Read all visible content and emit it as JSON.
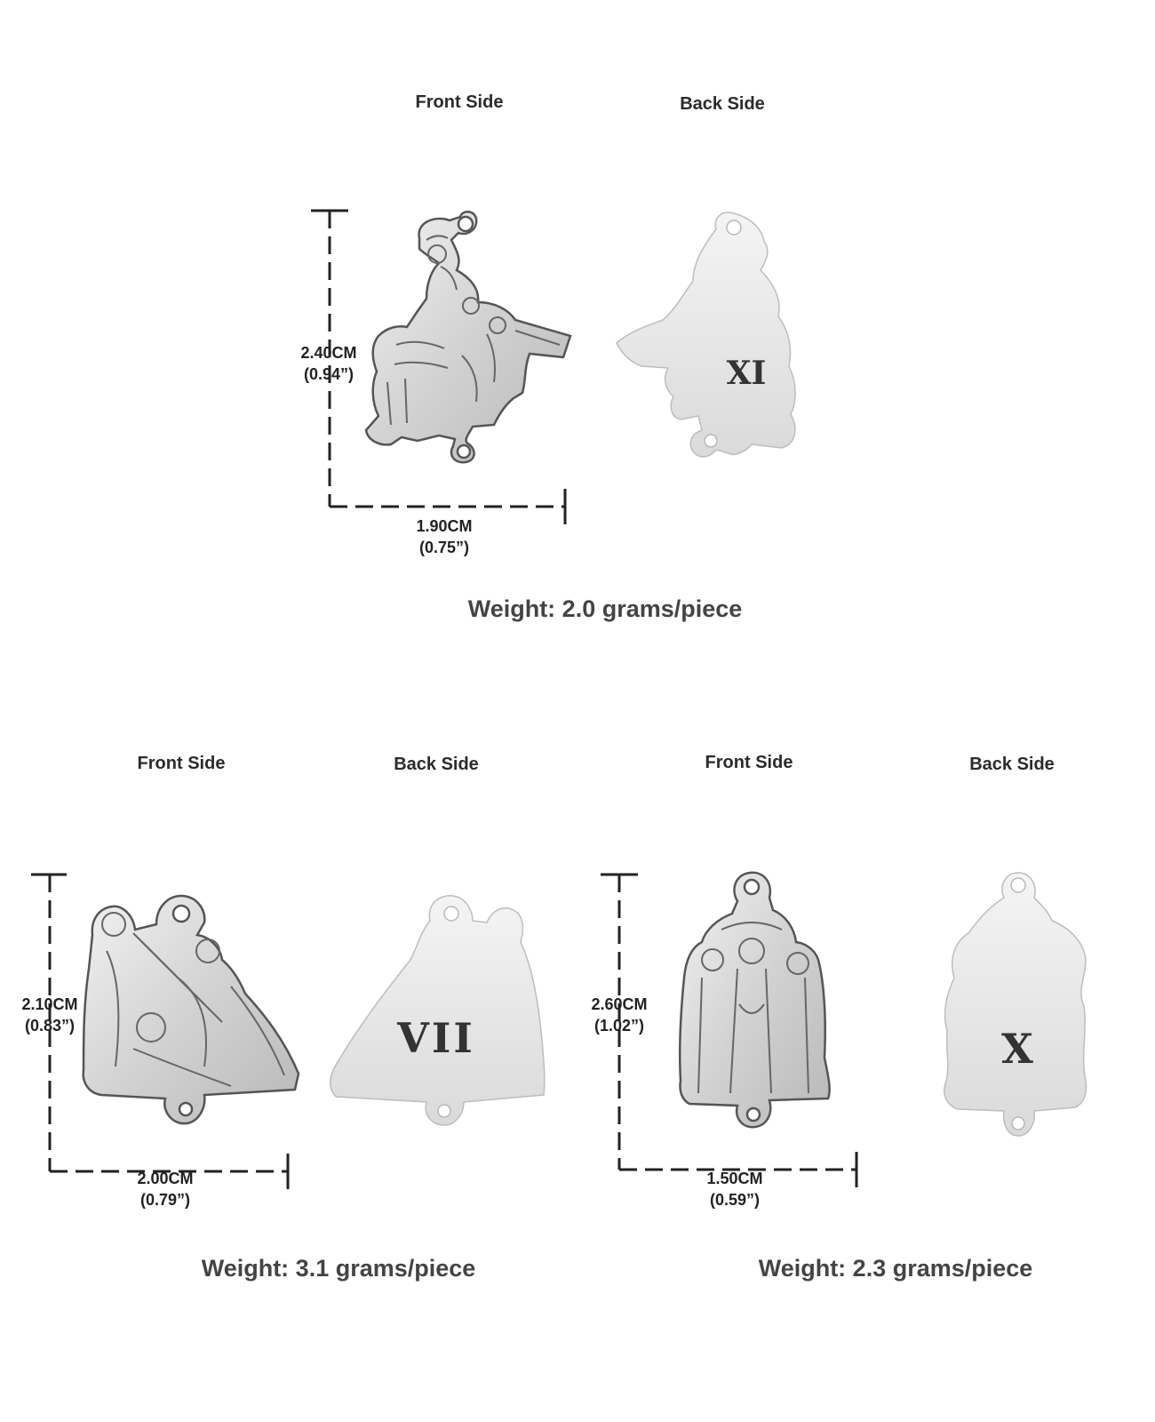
{
  "products": [
    {
      "front_label": "Front Side",
      "back_label": "Back Side",
      "height_cm": "2.40CM",
      "height_in": "(0.94”)",
      "width_cm": "1.90CM",
      "width_in": "(0.75”)",
      "numeral": "XI",
      "weight": "Weight: 2.0 grams/piece"
    },
    {
      "front_label": "Front Side",
      "back_label": "Back Side",
      "height_cm": "2.10CM",
      "height_in": "(0.83”)",
      "width_cm": "2.00CM",
      "width_in": "(0.79”)",
      "numeral": "VII",
      "weight": "Weight: 3.1 grams/piece"
    },
    {
      "front_label": "Front Side",
      "back_label": "Back Side",
      "height_cm": "2.60CM",
      "height_in": "(1.02”)",
      "width_cm": "1.50CM",
      "width_in": "(0.59”)",
      "numeral": "X",
      "weight": "Weight: 2.3 grams/piece"
    }
  ],
  "colors": {
    "metal": "#d4d4d4",
    "metal_dark": "#8a8a8a",
    "ink": "#222222"
  }
}
